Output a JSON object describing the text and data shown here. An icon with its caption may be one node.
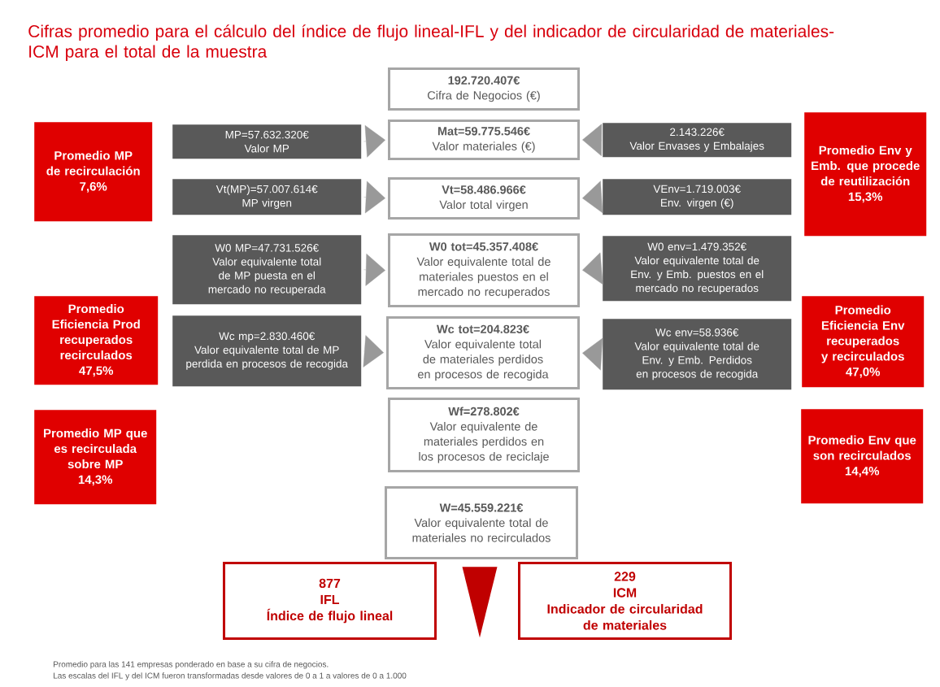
{
  "diagram": {
    "title": "Cifras promedio para el cálculo del índice de flujo lineal-IFL y del indicador de circularidad de materiales-ICM para el total de la muestra",
    "nodes": [
      {
        "text": [
          "192.720.407€",
          "Cifra de Negocios (€)"
        ]
      },
      {
        "text": [
          "Promedio MP de recirculación",
          "7,6%"
        ]
      },
      {
        "text": [
          "MP=57.632.320€",
          "Valor MP"
        ]
      },
      {
        "text": [
          "Mat=59.775.546€",
          "Valor materiales (€)"
        ]
      },
      {
        "text": [
          "2.143.226€",
          "Valor Envases y Embalajes"
        ]
      },
      {
        "text": [
          "Promedio Env y Emb. que procede de reutilización",
          "15,3%"
        ]
      },
      {
        "text": [
          "Vt(MP)=57.007.614€",
          "MP virgen"
        ]
      },
      {
        "text": [
          "Vt=58.486.966€",
          "Valor total virgen"
        ]
      },
      {
        "text": [
          "VEnv=1.719.003€",
          "Env. virgen (€)"
        ]
      },
      {
        "text": [
          "W0 MP=47.731.526€",
          "Valor equivalente total de MP puesta en el mercado no recuperada"
        ]
      },
      {
        "text": [
          "W0 tot=45.357.408€",
          "Valor equivalente total de materiales puestos en el mercado no recuperados"
        ]
      },
      {
        "text": [
          "W0 env=1.479.352€",
          "Valor equivalente total de Env. y Emb. puestos en el mercado no recuperados"
        ]
      },
      {
        "text": [
          "Promedio Eficiencia Prod recuperados recirculados",
          "47,5%"
        ]
      },
      {
        "text": [
          "Promedio Eficiencia Env recuperados y recirculados",
          "47,0%"
        ]
      },
      {
        "text": [
          "Wc mp=2.830.460€",
          "Valor equivalente total de MP perdida en procesos de recogida"
        ]
      },
      {
        "text": [
          "Wc tot=204.823€",
          "Valor equivalente total de materiales perdidos en procesos de recogida"
        ]
      },
      {
        "text": [
          "Wc env=58.936€",
          "Valor equivalente total de Env. y Emb. Perdidos en procesos de recogida"
        ]
      },
      {
        "text": [
          "Wf=278.802€",
          "Valor equivalente de materiales perdidos en los procesos de reciclaje"
        ]
      },
      {
        "text": [
          "Promedio MP que es recirculada sobre MP",
          "14,3%"
        ]
      },
      {
        "text": [
          "Promedio Env que son recirculados",
          "14,4%"
        ]
      },
      {
        "text": [
          "W=45.559.221€",
          "Valor equivalente total de materiales no recirculados"
        ]
      },
      {
        "text": [
          "877",
          "IFL",
          "Índice de flujo lineal"
        ]
      },
      {
        "text": [
          "229",
          "ICM",
          "Indicador de circularidad de materiales"
        ]
      },
      {
        "text": [],
        "shape": "triangle"
      }
    ],
    "edges": [
      {
        "from": 2,
        "to": 3,
        "arrow": "to"
      },
      {
        "from": 4,
        "to": 3,
        "arrow": "to"
      },
      {
        "from": 6,
        "to": 7,
        "arrow": "to"
      },
      {
        "from": 8,
        "to": 7,
        "arrow": "to"
      },
      {
        "from": 9,
        "to": 10,
        "arrow": "to"
      },
      {
        "from": 11,
        "to": 10,
        "arrow": "to"
      },
      {
        "from": 14,
        "to": 15,
        "arrow": "to"
      },
      {
        "from": 16,
        "to": 15,
        "arrow": "to"
      }
    ],
    "labels": [
      "Promedio para las 141 empresas ponderado en base a su cifra de negocios.",
      "Las escalas del IFL y del ICM fueron transformadas desde valores de 0 a 1 a valores de 0 a 1.000"
    ]
  }
}
